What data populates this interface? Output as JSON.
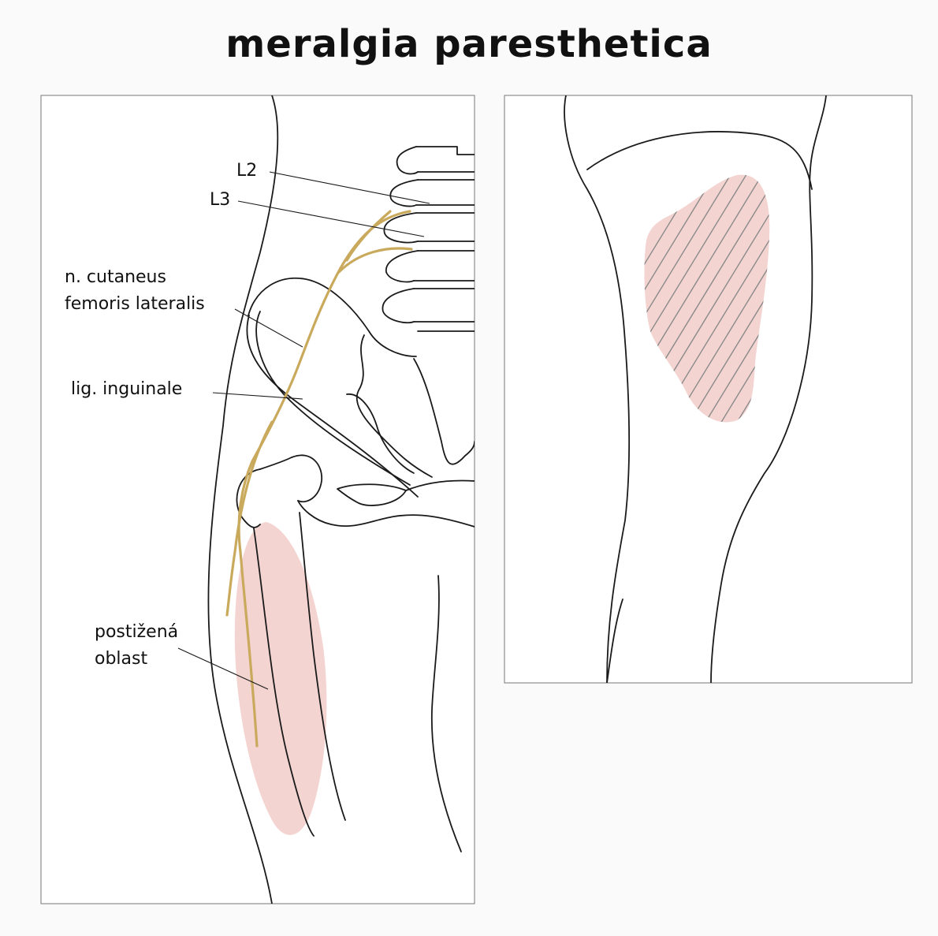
{
  "title": "meralgia paresthetica",
  "colors": {
    "affected_area": "#f3d4d1",
    "nerve": "#c9a95c",
    "outline": "#1a1a1a",
    "hatch": "#8a8a8a"
  },
  "labels": {
    "l2": "L2",
    "l3": "L3",
    "nerve_line1": "n. cutaneus",
    "nerve_line2": "femoris lateralis",
    "ligament": "lig. inguinale",
    "area_line1": "postižená",
    "area_line2": "oblast"
  }
}
